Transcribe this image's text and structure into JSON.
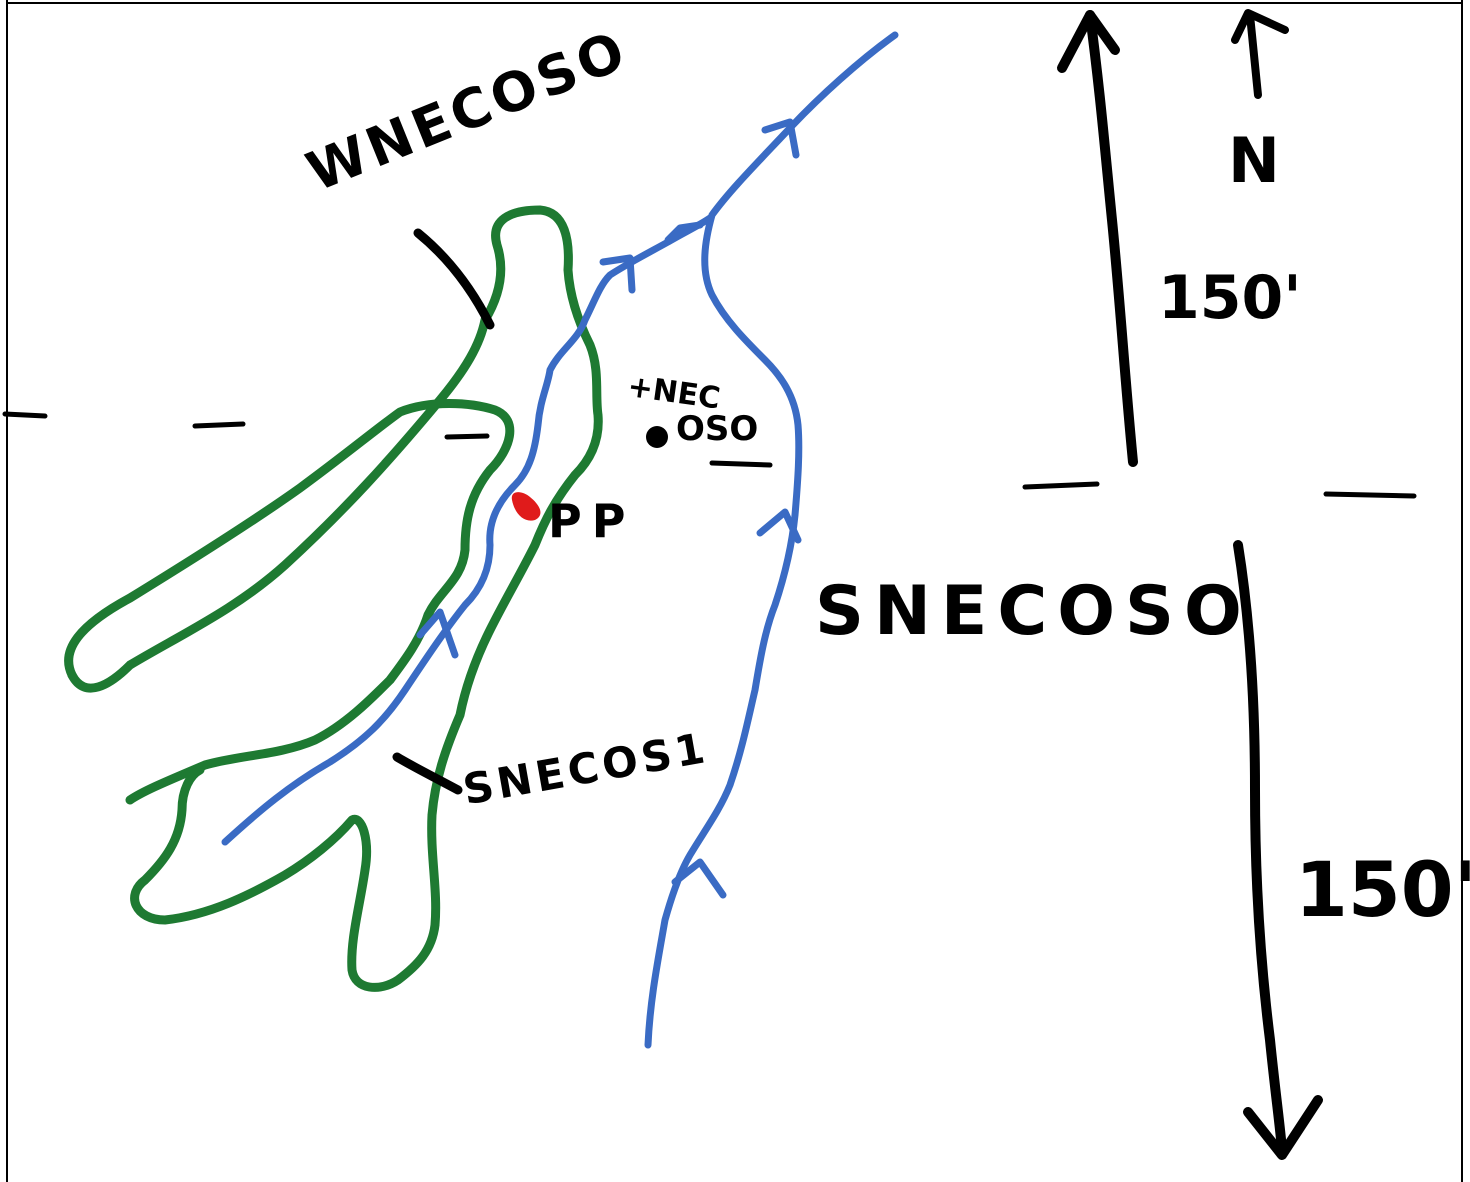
{
  "labels": {
    "wnecoso": "WNECOSO",
    "snecoso": "SNECOSO",
    "snecos1": "SNECOS1",
    "nec_line1": "+NEC",
    "nec_line2": "OSO",
    "pp": "PP",
    "north": "N",
    "dist_north": "150'",
    "dist_south": "150'"
  },
  "colors": {
    "contour": "#1e7a32",
    "stream": "#3a6bc4",
    "ink": "#000000",
    "point": "#e01b1b"
  }
}
